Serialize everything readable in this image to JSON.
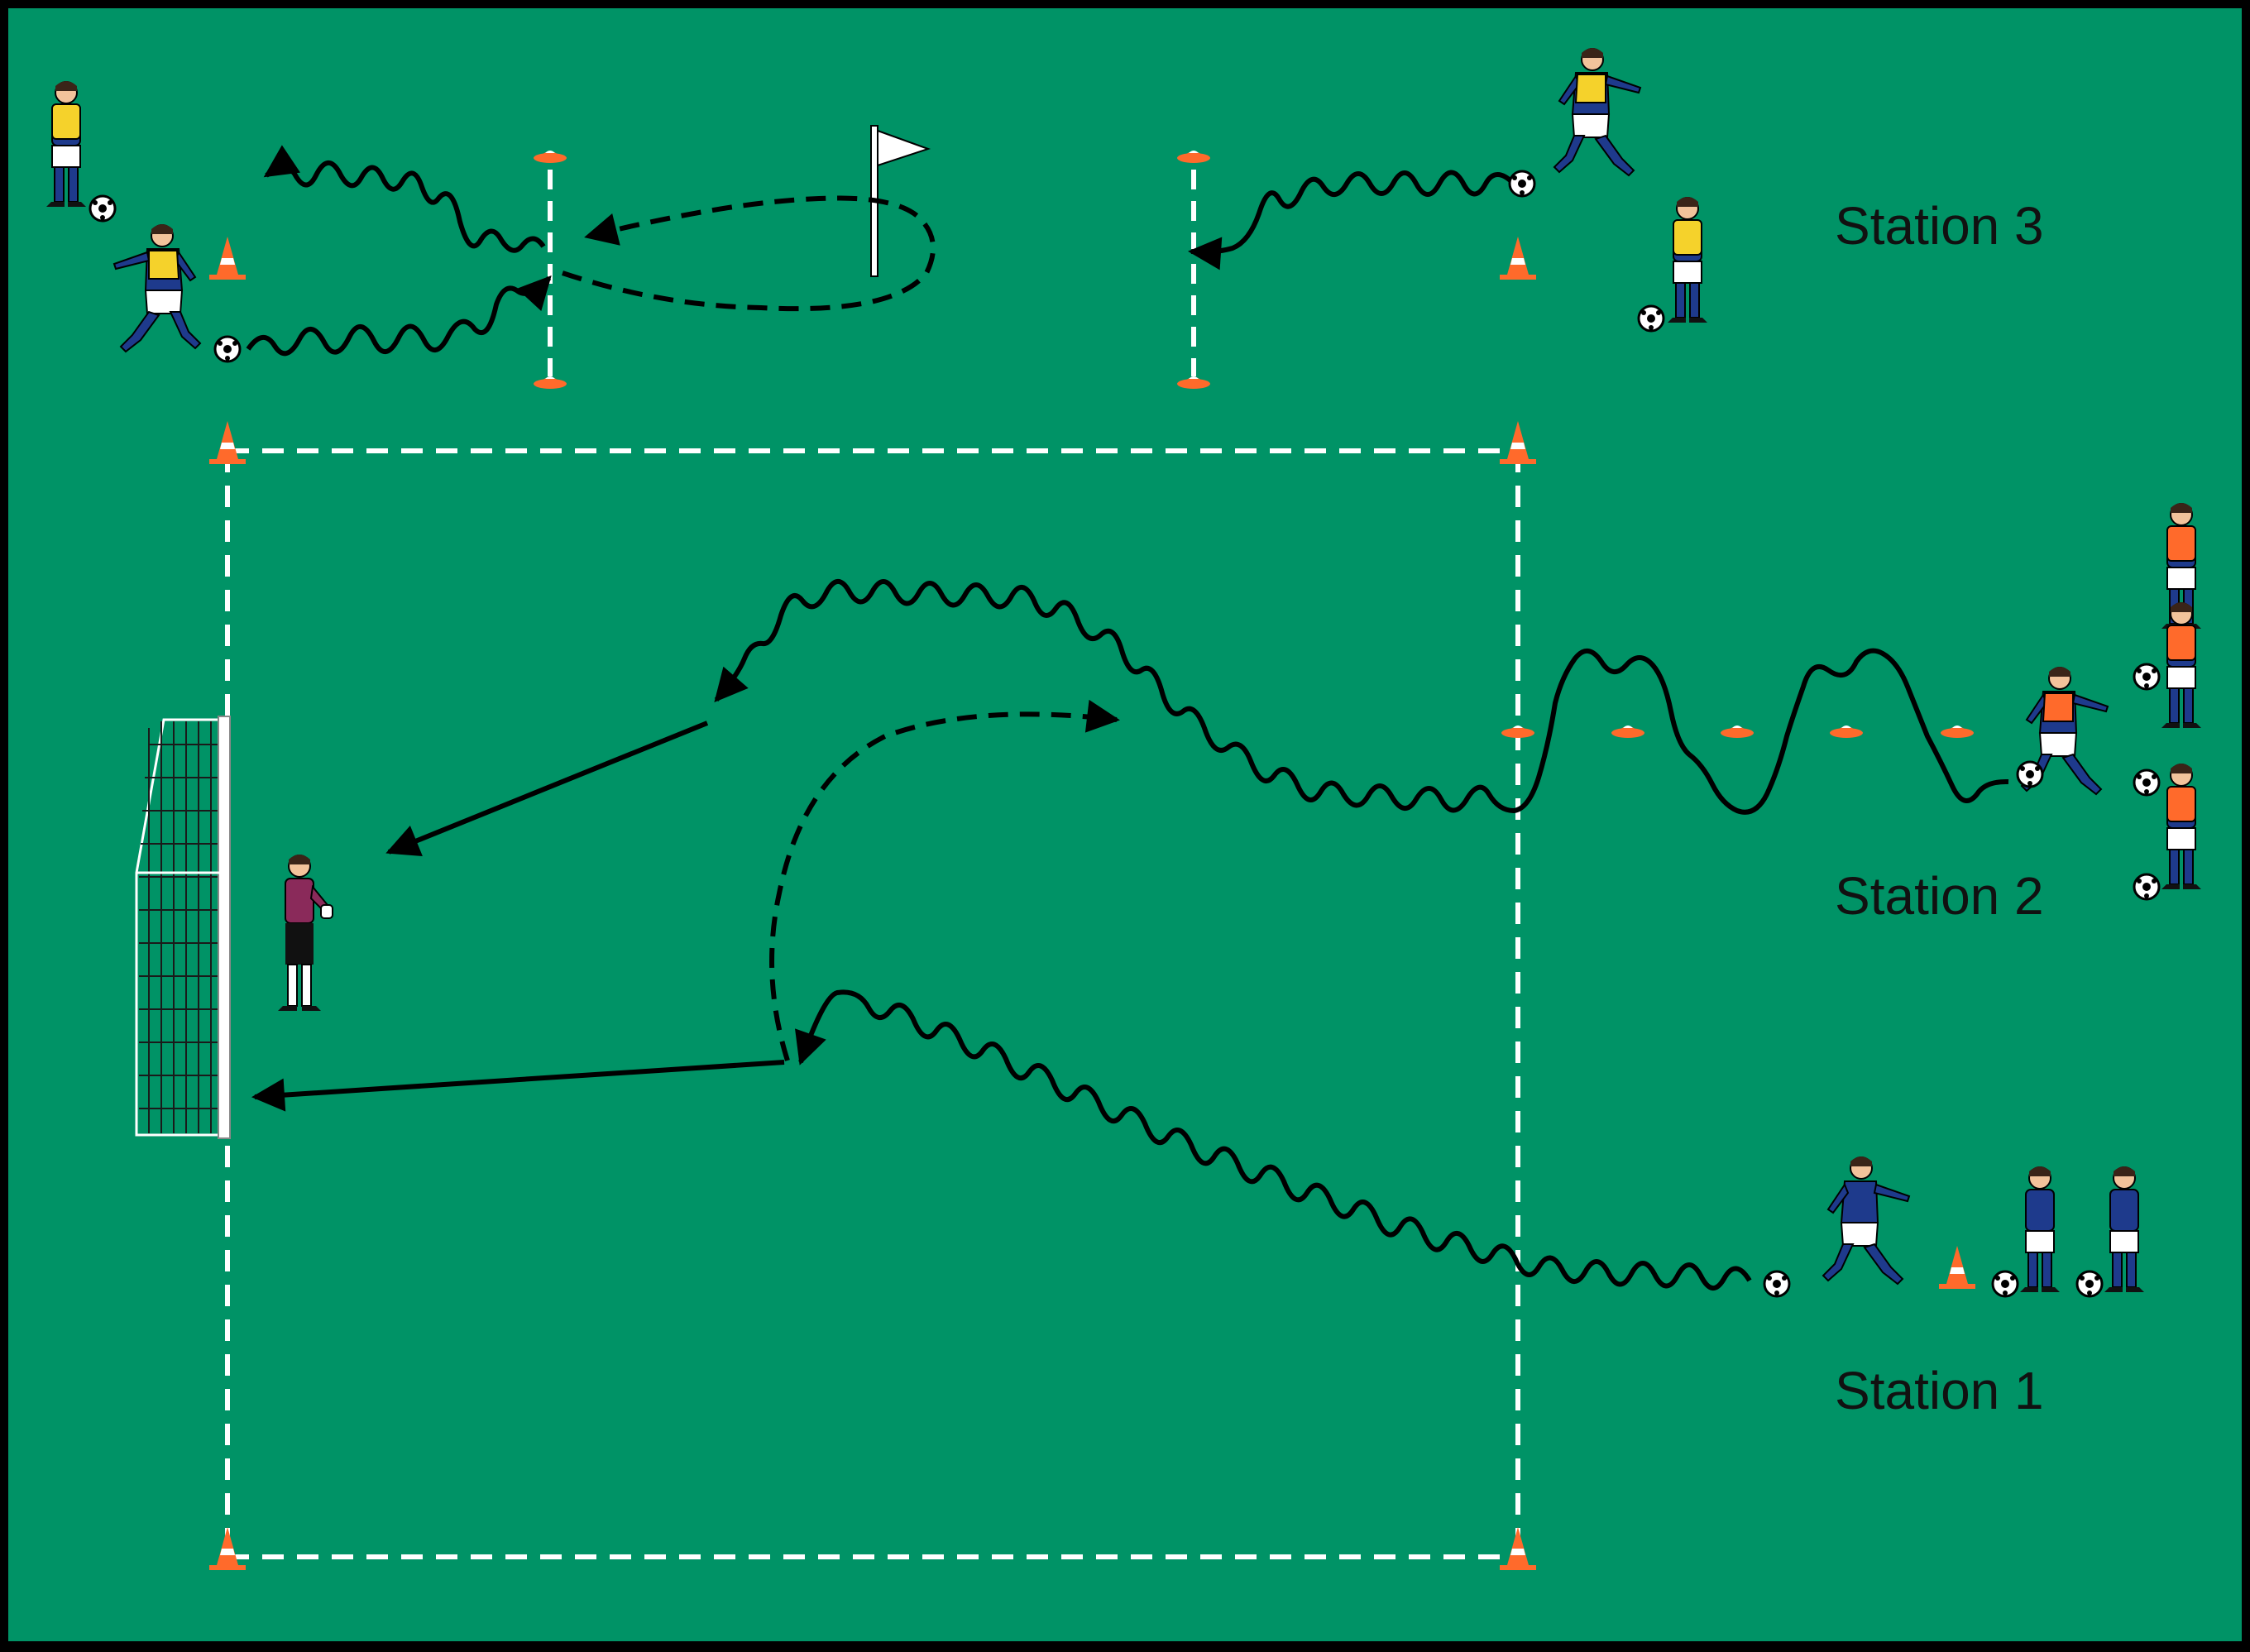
{
  "labels": {
    "station3": "Station 3",
    "station2": "Station 2",
    "station1": "Station 1"
  },
  "colors": {
    "pitch": "#009366",
    "border": "#000000",
    "line": "#ffffff",
    "arrow": "#000000",
    "cone": "#ff6a2b",
    "bib_station3": "#f5d22b",
    "bib_station2": "#ff6a2b",
    "shirt": "#1e3a8c",
    "goalkeeper_shirt": "#8a2a5a"
  },
  "icons": [
    "cone-icon",
    "marker-disc-icon",
    "flag-icon",
    "ball-icon",
    "player-icon",
    "goalkeeper-icon",
    "goal-icon"
  ]
}
